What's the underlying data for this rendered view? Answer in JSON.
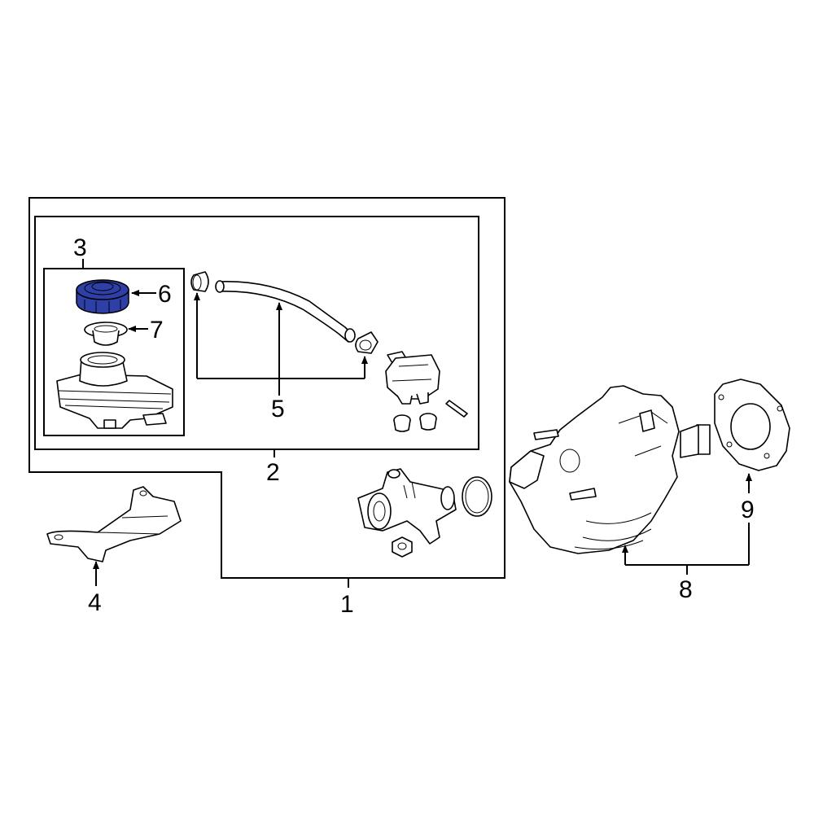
{
  "callouts": {
    "c1": "1",
    "c2": "2",
    "c3": "3",
    "c4": "4",
    "c5": "5",
    "c6": "6",
    "c7": "7",
    "c8": "8",
    "c9": "9"
  },
  "colors": {
    "highlight": "#2e3fa8",
    "line": "#000000",
    "background": "#ffffff"
  }
}
